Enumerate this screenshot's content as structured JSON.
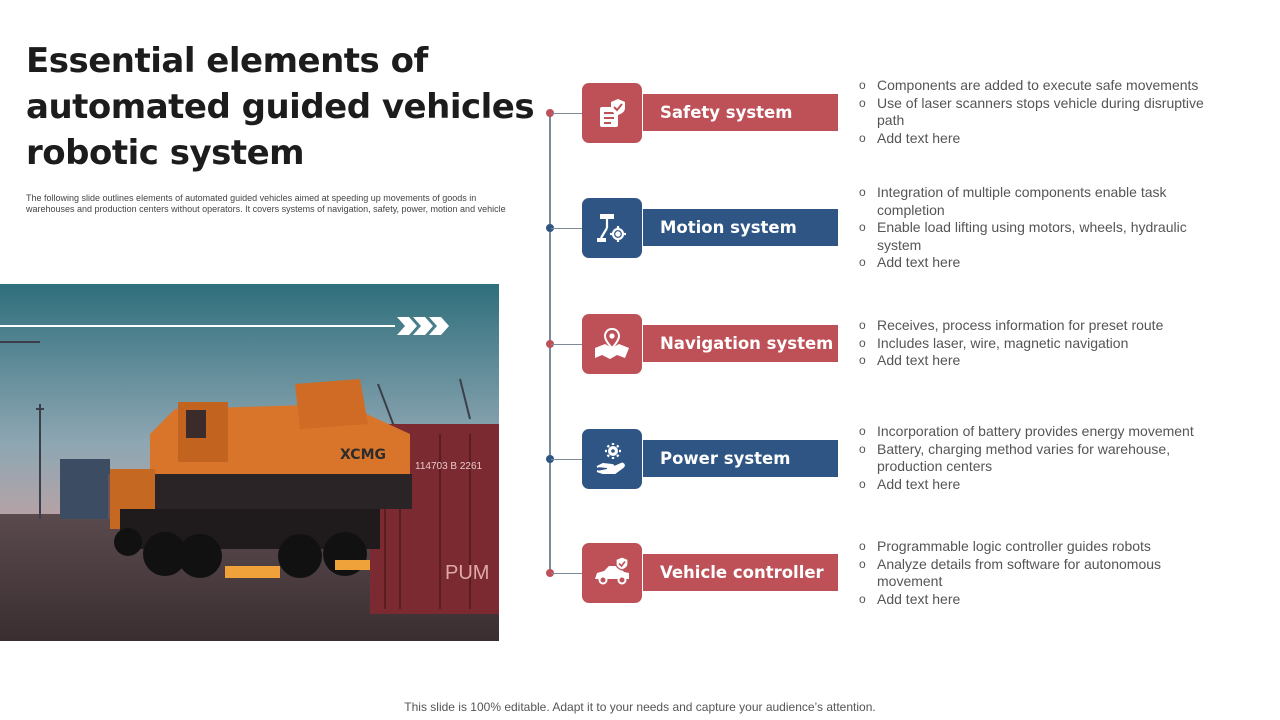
{
  "title": "Essential elements of automated guided vehicles robotic system",
  "description": "The following slide outlines elements of automated guided vehicles aimed at speeding up movements of goods in warehouses and production centers without operators. It covers systems of navigation, safety, power, motion and vehicle",
  "colors": {
    "red": "#bd5157",
    "blue": "#2e5583",
    "timeline": "#7d8a98"
  },
  "elements": [
    {
      "label": "Safety system",
      "icon": "checklist-shield-icon",
      "color": "red",
      "bullets": [
        "Components are added to execute safe movements",
        "Use of laser scanners stops vehicle during disruptive path",
        "Add text here"
      ]
    },
    {
      "label": "Motion system",
      "icon": "robotic-arm-icon",
      "color": "blue",
      "bullets": [
        "Integration of multiple components enable task completion",
        "Enable load lifting using motors, wheels, hydraulic system",
        "Add text here"
      ]
    },
    {
      "label": "Navigation system",
      "icon": "map-pin-icon",
      "color": "red",
      "bullets": [
        "Receives, process information for preset route",
        "Includes laser, wire, magnetic navigation",
        "Add text here"
      ]
    },
    {
      "label": "Power system",
      "icon": "hand-gear-icon",
      "color": "blue",
      "bullets": [
        "Incorporation of battery provides energy movement",
        "Battery, charging method varies for warehouse, production centers",
        "Add text here"
      ]
    },
    {
      "label": "Vehicle controller",
      "icon": "car-check-icon",
      "color": "red",
      "bullets": [
        "Programmable logic controller guides robots",
        "Analyze details from software for autonomous movement",
        "Add text here"
      ]
    }
  ],
  "photo": {
    "truck_brand": "XCMG",
    "container_text": "114703 B 2261",
    "container_logo": "PUM"
  },
  "footer": "This slide is 100% editable. Adapt it to your needs and capture your audience’s attention."
}
